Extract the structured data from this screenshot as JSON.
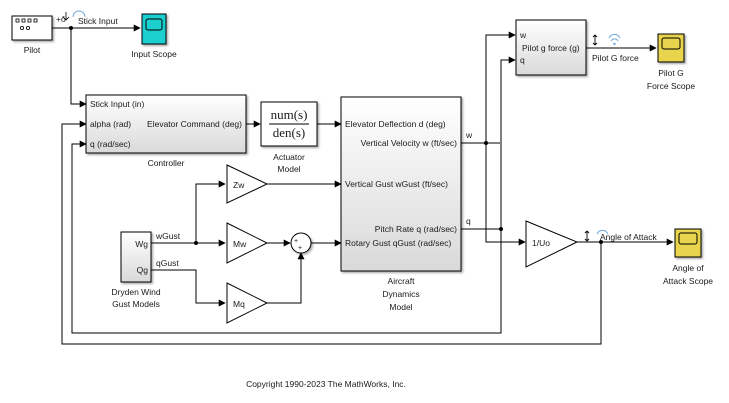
{
  "model": {
    "copyright": "Copyright 1990-2023 The MathWorks, Inc."
  },
  "blocks": {
    "pilot": {
      "label": "Pilot"
    },
    "input_scope": {
      "label": "Input Scope",
      "color": "#1ccfcf"
    },
    "controller": {
      "label": "Controller",
      "ports_in": [
        "Stick Input (in)",
        "alpha (rad)",
        "q (rad/sec)"
      ],
      "port_out": "Elevator Command (deg)"
    },
    "actuator": {
      "numerator": "num(s)",
      "denominator": "den(s)",
      "label_line1": "Actuator",
      "label_line2": "Model"
    },
    "aircraft": {
      "ports_in": [
        "Elevator Deflection d (deg)",
        "Vertical Gust wGust (ft/sec)",
        "Rotary Gust qGust (rad/sec)"
      ],
      "ports_out": [
        "Vertical Velocity w (ft/sec)",
        "Pitch Rate q (rad/sec)"
      ],
      "label_line1": "Aircraft",
      "label_line2": "Dynamics",
      "label_line3": "Model"
    },
    "dryden": {
      "ports_out": [
        "Wg",
        "Qg"
      ],
      "label_line1": "Dryden Wind",
      "label_line2": "Gust Models"
    },
    "gain_zw": {
      "label": "Zw"
    },
    "gain_mw": {
      "label": "Mw"
    },
    "gain_mq": {
      "label": "Mq"
    },
    "sum": {
      "signs": [
        "+",
        "+"
      ]
    },
    "pilot_g": {
      "label": "Pilot g force (g)",
      "ports_in": [
        "w",
        "q"
      ]
    },
    "pilot_g_scope": {
      "label_line1": "Pilot G",
      "label_line2": "Force Scope",
      "color": "#e8d44d"
    },
    "gain_uo": {
      "label": "1/Uo"
    },
    "aoa_scope": {
      "label_line1": "Angle of",
      "label_line2": "Attack Scope",
      "color": "#e8d44d"
    }
  },
  "signals": {
    "stick_input": "Stick Input",
    "w": "w",
    "q": "q",
    "wgust": "wGust",
    "qgust": "qGust",
    "pilot_g_force": "Pilot G force",
    "angle_of_attack": "Angle of Attack"
  }
}
